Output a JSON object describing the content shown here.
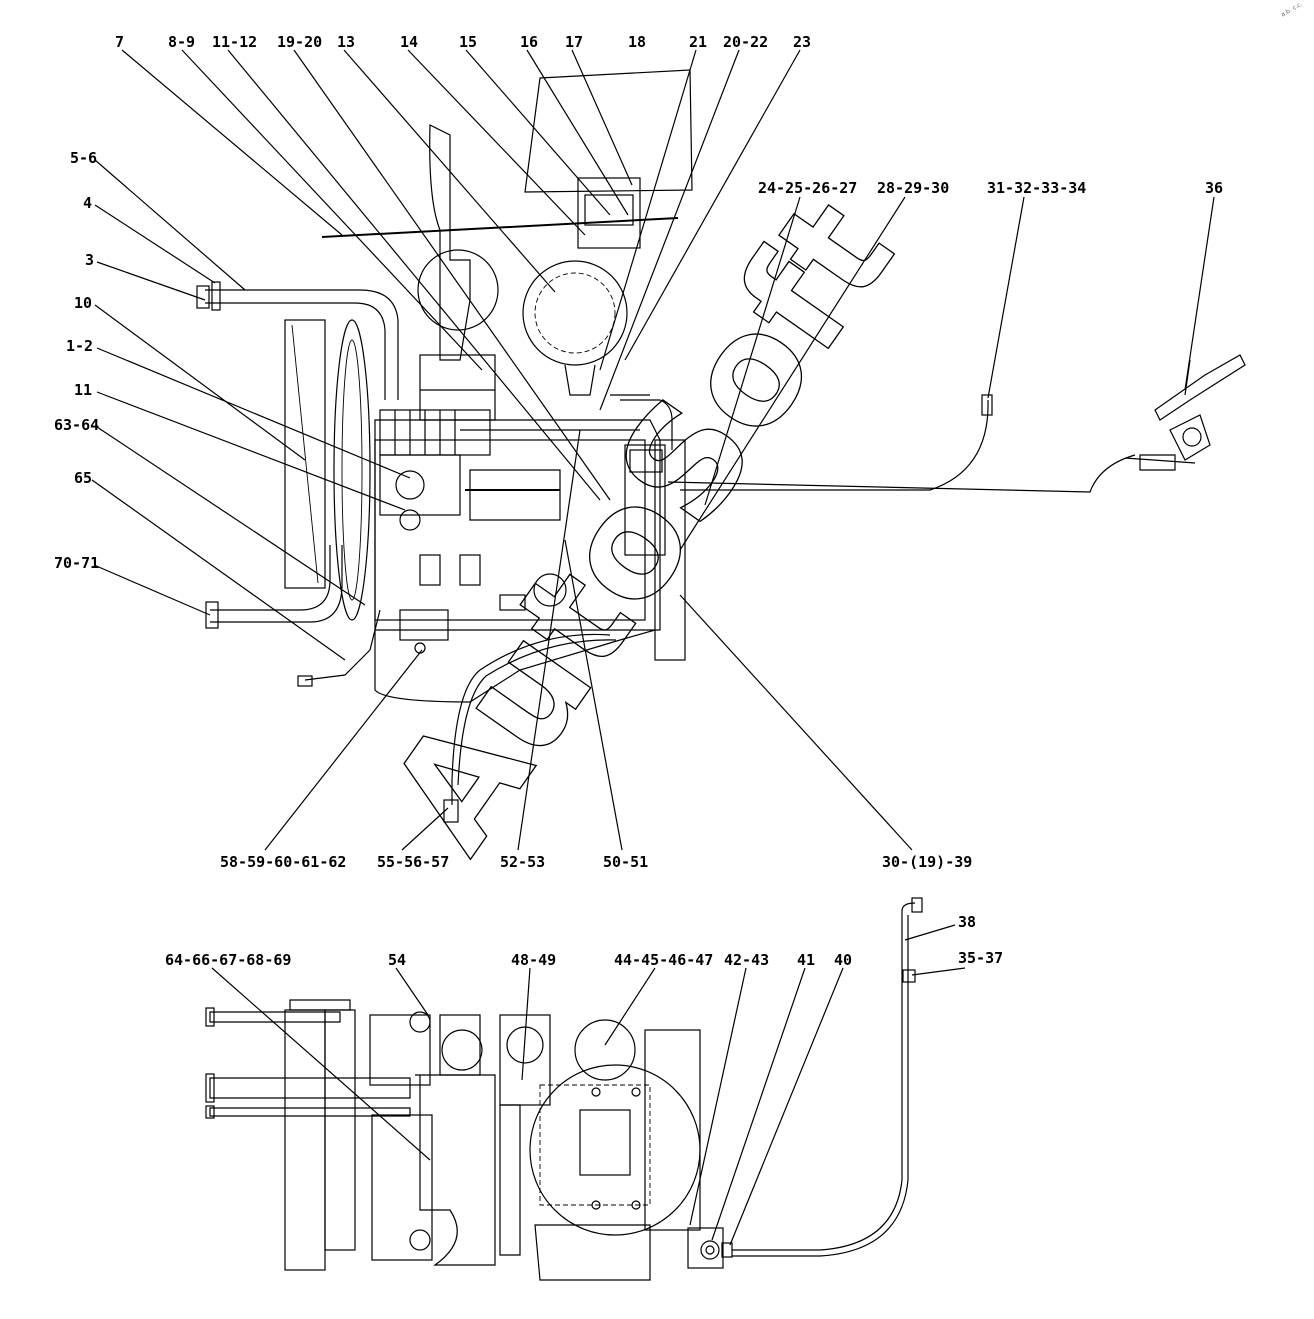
{
  "watermark": "AutoSoft",
  "corner_note": "a.b. c.c.",
  "top_labels": [
    "7",
    "8-9",
    "11-12",
    "19-20",
    "13",
    "14",
    "15",
    "16",
    "17",
    "18",
    "21",
    "20-22",
    "23"
  ],
  "mid_labels": [
    "24-25-26-27",
    "28-29-30",
    "31-32-33-34",
    "36"
  ],
  "left_labels": [
    "5-6",
    "4",
    "3",
    "10",
    "1-2",
    "11",
    "63-64",
    "65",
    "70-71"
  ],
  "bottom_view1_labels": [
    "58-59-60-61-62",
    "55-56-57",
    "52-53",
    "50-51",
    "30-(19)-39"
  ],
  "view2_labels": [
    "64-66-67-68-69",
    "54",
    "48-49",
    "44-45-46-47",
    "42-43",
    "41",
    "40",
    "38",
    "35-37"
  ]
}
